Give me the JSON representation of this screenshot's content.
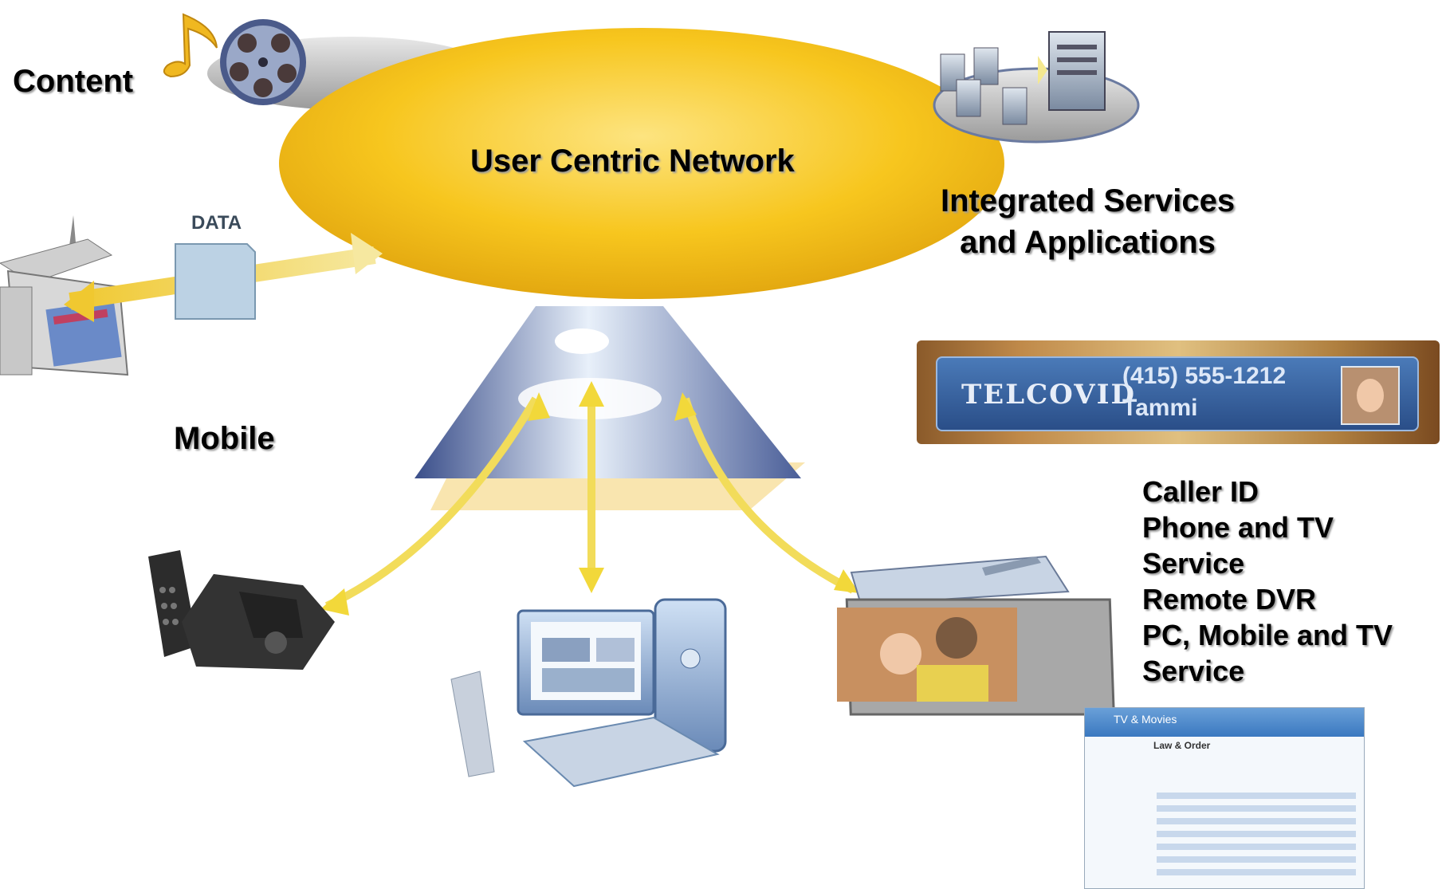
{
  "network": {
    "title": "User Centric Network"
  },
  "labels": {
    "content": "Content",
    "mobile": "Mobile",
    "integrated": [
      "Integrated Services",
      "and Applications"
    ],
    "data_tag": "DATA"
  },
  "features": [
    "Caller ID",
    "Phone and TV",
    "Service",
    "Remote DVR",
    "PC, Mobile and TV",
    "Service"
  ],
  "banner": {
    "brand": "TELCOVID",
    "phone": "(415) 555-1212",
    "caller": "Tammi"
  },
  "tv_window": {
    "title": "TV & Movies",
    "show": "Law & Order"
  },
  "colors": {
    "ellipse": "#f7c61e",
    "arrow": "#f2dc5a",
    "cone": "#8aa0c8"
  }
}
